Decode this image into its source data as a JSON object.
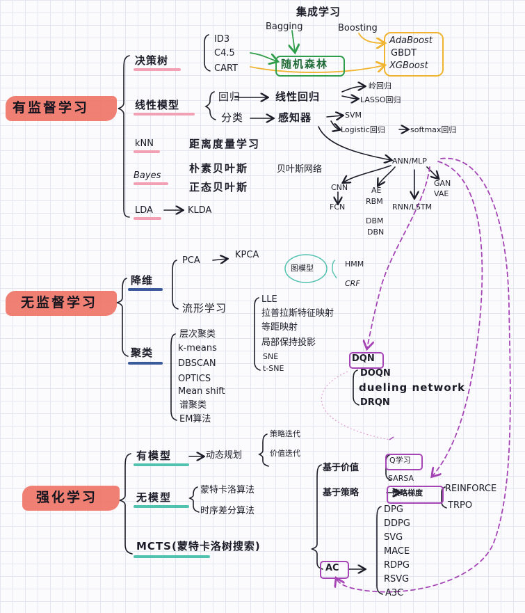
{
  "supervised": {
    "title": "有监督学习",
    "ensemble": {
      "title": "集成学习",
      "bagging": "Bagging",
      "boosting": "Boosting",
      "random_forest": "随机森林",
      "boost_algos": [
        "AdaBoost",
        "GBDT",
        "XGBoost"
      ]
    },
    "decision_tree": {
      "label": "决策树",
      "items": [
        "ID3",
        "C4.5",
        "CART"
      ]
    },
    "linear": {
      "label": "线性模型",
      "regression": "回归",
      "linear_regression": "线性回归",
      "ridge": "岭回归",
      "lasso": "LASSO回归",
      "classification": "分类",
      "perceptron": "感知器",
      "svm": "SVM",
      "logistic": "Logistic回归",
      "softmax": "softmax回归"
    },
    "knn": {
      "label": "kNN",
      "desc": "距离度量学习"
    },
    "bayes": {
      "label": "Bayes",
      "naive": "朴素贝叶斯",
      "network": "贝叶斯网络",
      "normal": "正态贝叶斯"
    },
    "lda": {
      "label": "LDA",
      "klda": "KLDA"
    },
    "nn": {
      "ann": "ANN/MLP",
      "cnn": "CNN",
      "fcn": "FCN",
      "ae": "AE",
      "rbm": "RBM",
      "dbm": "DBM",
      "dbn": "DBN",
      "rnn": "RNN/LSTM",
      "gan": "GAN",
      "vae": "VAE"
    }
  },
  "unsupervised": {
    "title": "无监督学习",
    "dim_reduction": {
      "label": "降维",
      "pca": "PCA",
      "kpca": "KPCA"
    },
    "graph_model": {
      "label": "图模型",
      "items": [
        "HMM",
        "CRF"
      ]
    },
    "manifold": {
      "label": "流形学习",
      "items": [
        "LLE",
        "拉普拉斯特征映射",
        "等距映射",
        "局部保持投影",
        "SNE",
        "t-SNE"
      ]
    },
    "clustering": {
      "label": "聚类",
      "items": [
        "层次聚类",
        "k-means",
        "DBSCAN",
        "OPTICS",
        "Mean shift",
        "谱聚类",
        "EM算法"
      ]
    }
  },
  "reinforcement": {
    "title": "强化学习",
    "model_based": {
      "label": "有模型",
      "dp": "动态规划",
      "items": [
        "策略迭代",
        "价值迭代"
      ]
    },
    "model_free": {
      "label": "无模型",
      "items": [
        "蒙特卡洛算法",
        "时序差分算法"
      ]
    },
    "mcts": "MCTS(蒙特卡洛树搜索)",
    "value_based": {
      "label": "基于价值",
      "q": "Q学习",
      "sarsa": "SARSA"
    },
    "policy_based": {
      "label": "基于策略",
      "pg": "策略梯度",
      "items": [
        "REINFORCE",
        "TRPO"
      ]
    },
    "dqn": {
      "label": "DQN",
      "items": [
        "DOQN",
        "dueling network",
        "DRQN"
      ]
    },
    "ac": {
      "label": "AC",
      "items": [
        "DPG",
        "DDPG",
        "SVG",
        "MACE",
        "RDPG",
        "RSVG",
        "A3C"
      ]
    }
  },
  "colors": {
    "highlight_red": "#ee7264",
    "pink": "#f2a0b4",
    "navy": "#3a5a9a",
    "teal": "#52c2b0",
    "purple": "#a545b5",
    "green": "#2e9e4a",
    "gold": "#f0b430"
  }
}
